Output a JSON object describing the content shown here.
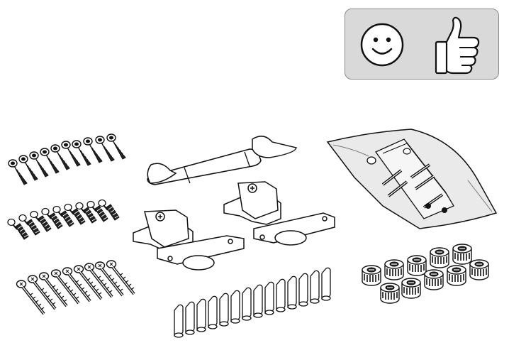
{
  "badge": {
    "background": "#d9d9d9",
    "icons": [
      "smiley-face-icon",
      "thumbs-up-icon"
    ]
  },
  "parts": [
    {
      "name": "wood-screws-black",
      "count": 10
    },
    {
      "name": "wall-anchors-with-screws",
      "count": 9
    },
    {
      "name": "long-screws",
      "count": 9
    },
    {
      "name": "furniture-handle",
      "count": 1
    },
    {
      "name": "cabinet-hinges",
      "count": 2
    },
    {
      "name": "wooden-dowels",
      "count": 14
    },
    {
      "name": "hardware-bag",
      "count": 1
    },
    {
      "name": "cam-lock-nuts",
      "count": 10
    }
  ]
}
